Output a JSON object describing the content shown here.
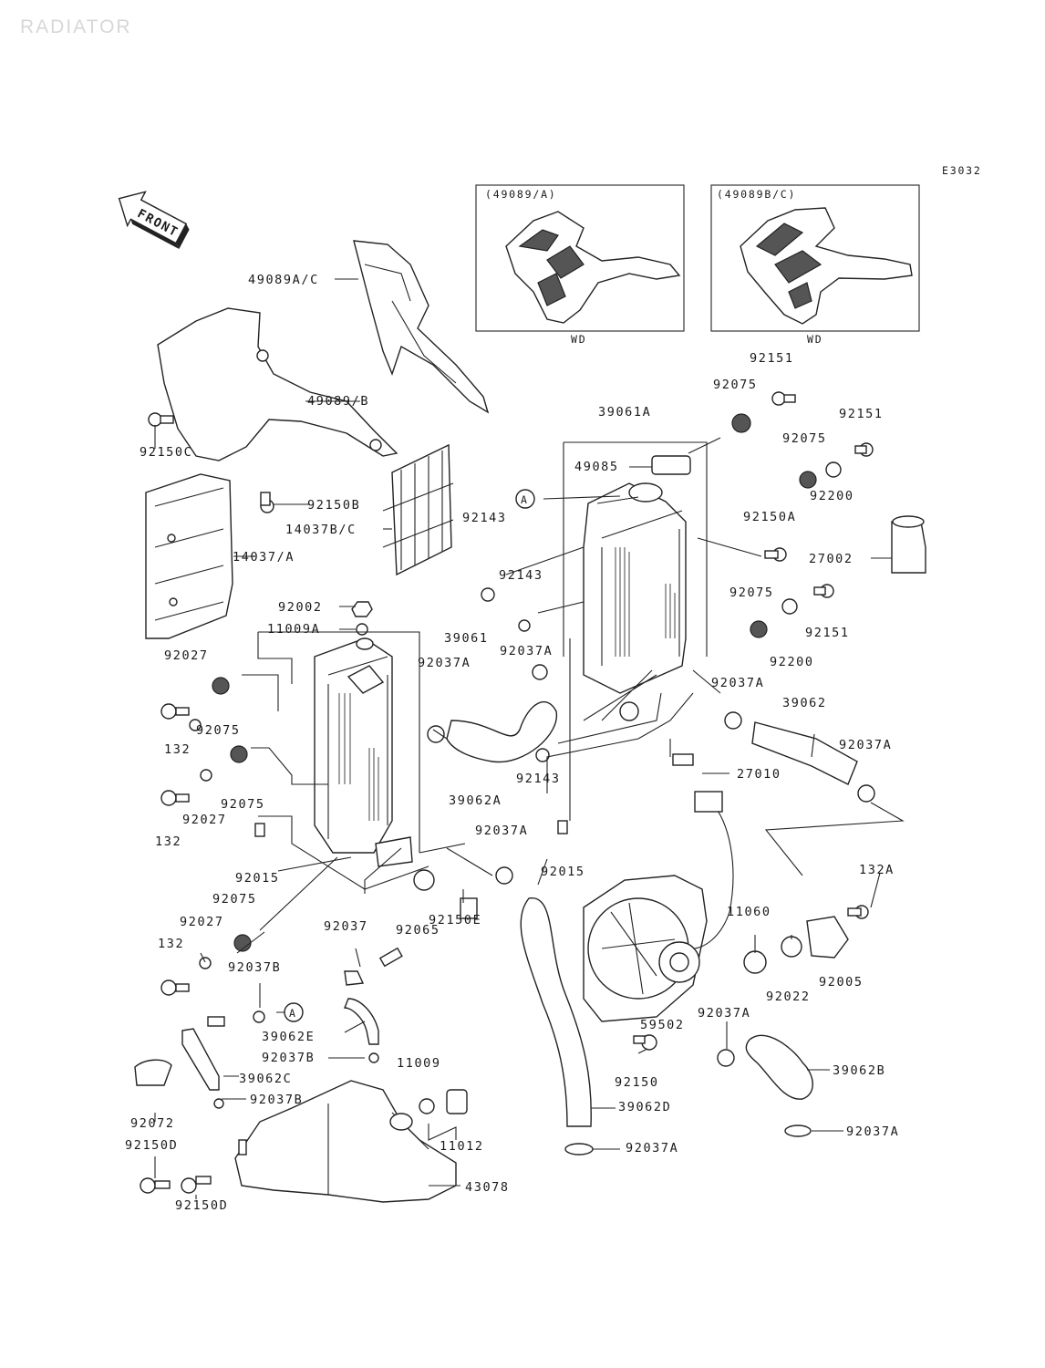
{
  "title": "RADIATOR",
  "diagram_code": "E3032",
  "front_label": "FRONT",
  "insets": [
    {
      "label": "(49089/A)",
      "caption": "WD"
    },
    {
      "label": "(49089B/C)",
      "caption": "WD"
    }
  ],
  "marker": "A",
  "labels": [
    "49089A/C",
    "49089/B",
    "92150C",
    "92150B",
    "14037B/C",
    "14037/A",
    "39061A",
    "49085",
    "92151",
    "92075",
    "92151",
    "92075",
    "92200",
    "92150A",
    "27002",
    "92143",
    "92143",
    "92075",
    "92151",
    "92200",
    "92002",
    "11009A",
    "39061",
    "92037A",
    "92037A",
    "92037A",
    "39062",
    "92037A",
    "92027",
    "92075",
    "132",
    "132",
    "92027",
    "92075",
    "39062A",
    "92143",
    "27010",
    "92015",
    "92037A",
    "92015",
    "92075",
    "92027",
    "132",
    "92065",
    "92150E",
    "92037",
    "92037B",
    "39062E",
    "92037B",
    "11060",
    "132A",
    "92022",
    "92005",
    "59502",
    "92037A",
    "39062C",
    "11009",
    "92037B",
    "92072",
    "11012",
    "92150",
    "39062B",
    "39062D",
    "92037A",
    "92150D",
    "92150D",
    "43078",
    "92037A"
  ]
}
